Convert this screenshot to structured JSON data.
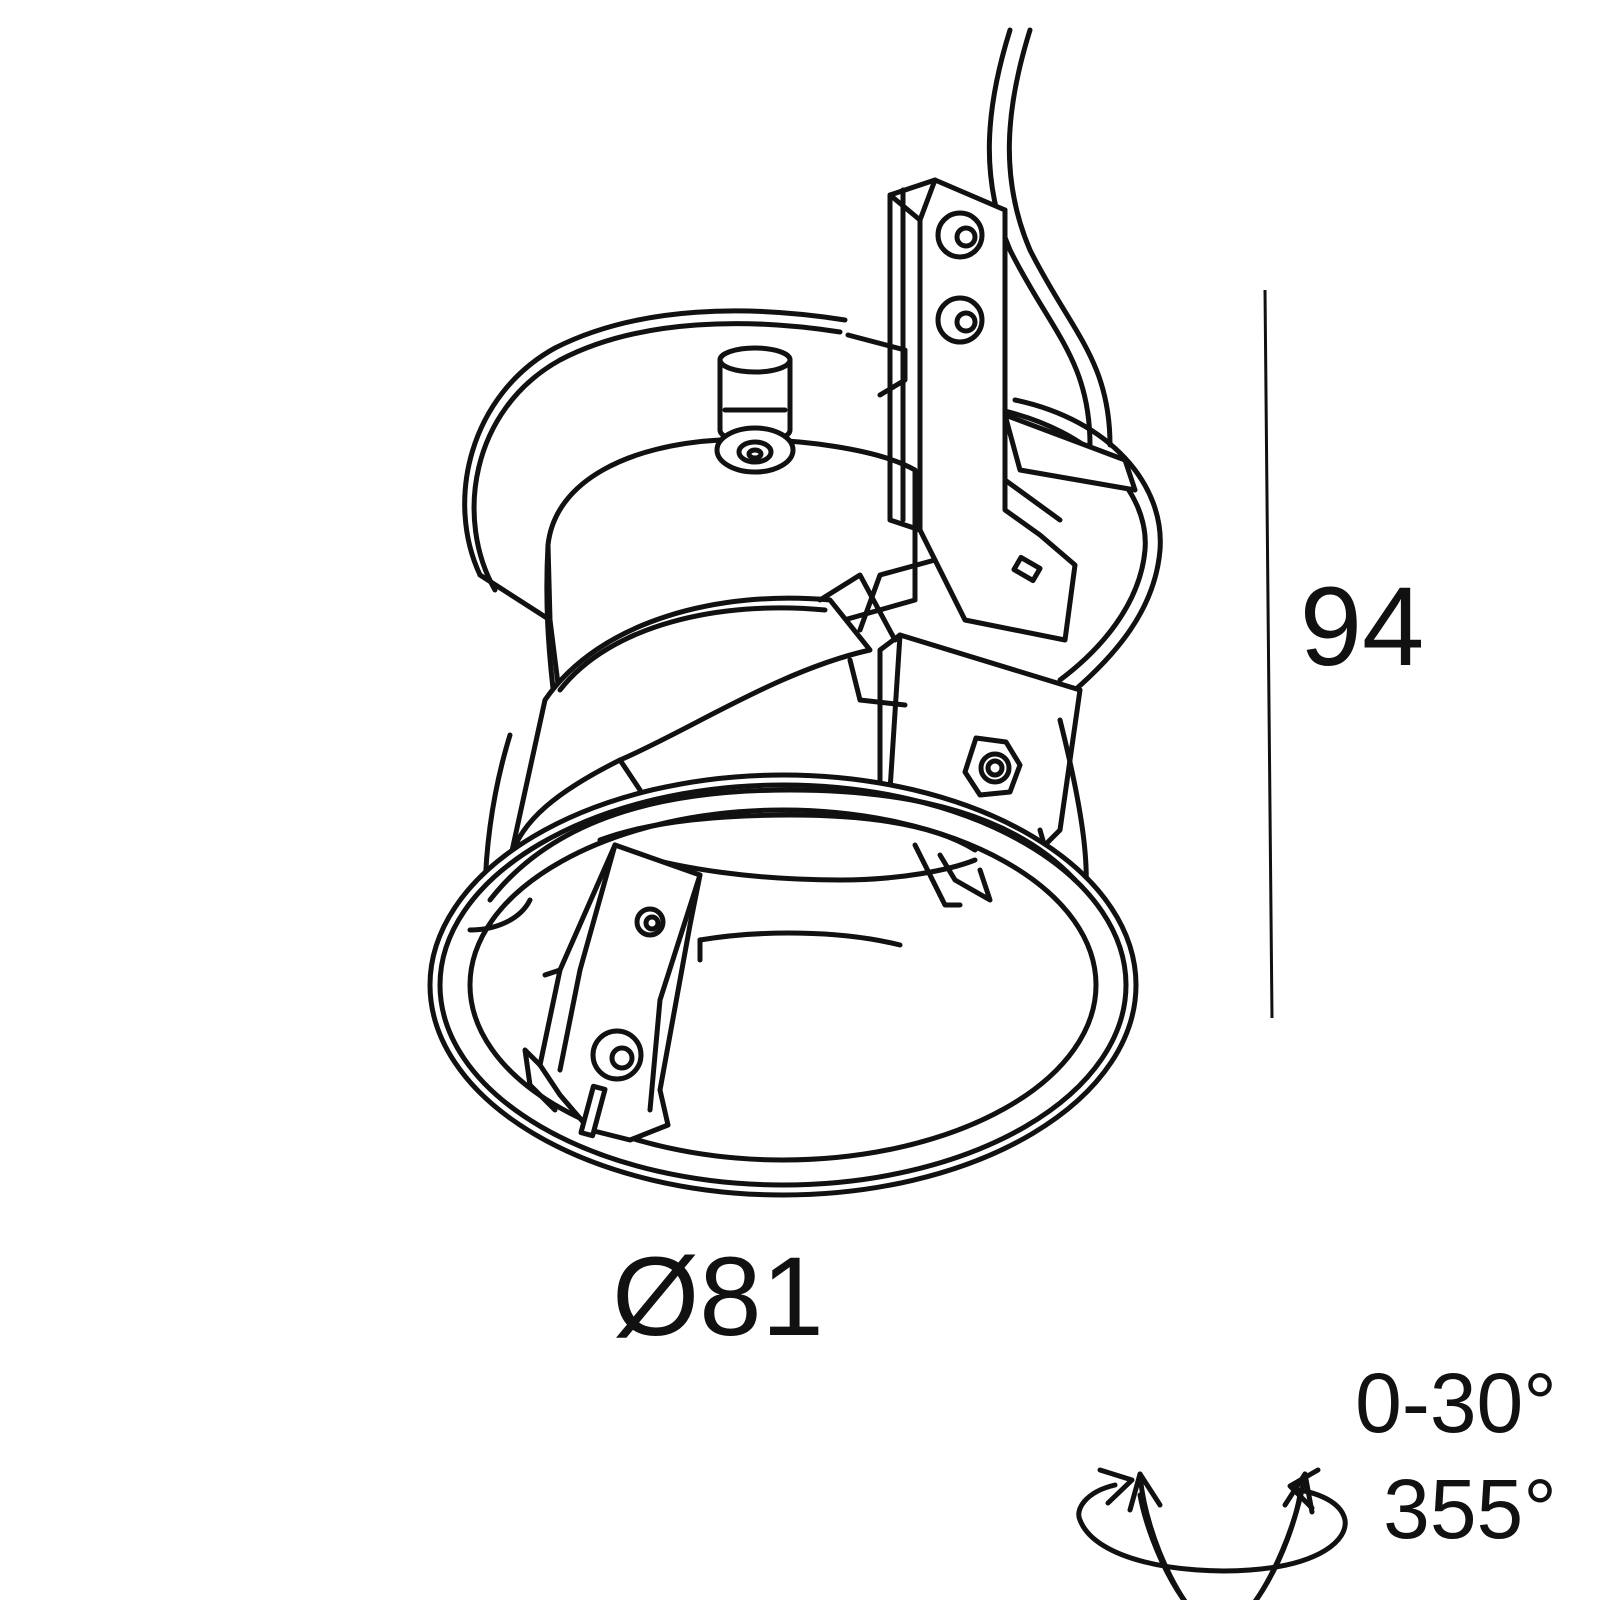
{
  "dimensions": {
    "height": "94",
    "diameter": "Ø81"
  },
  "rotation": {
    "tilt": "0-30°",
    "turn": "355°"
  },
  "colors": {
    "line": "#111111",
    "background": "#ffffff"
  }
}
